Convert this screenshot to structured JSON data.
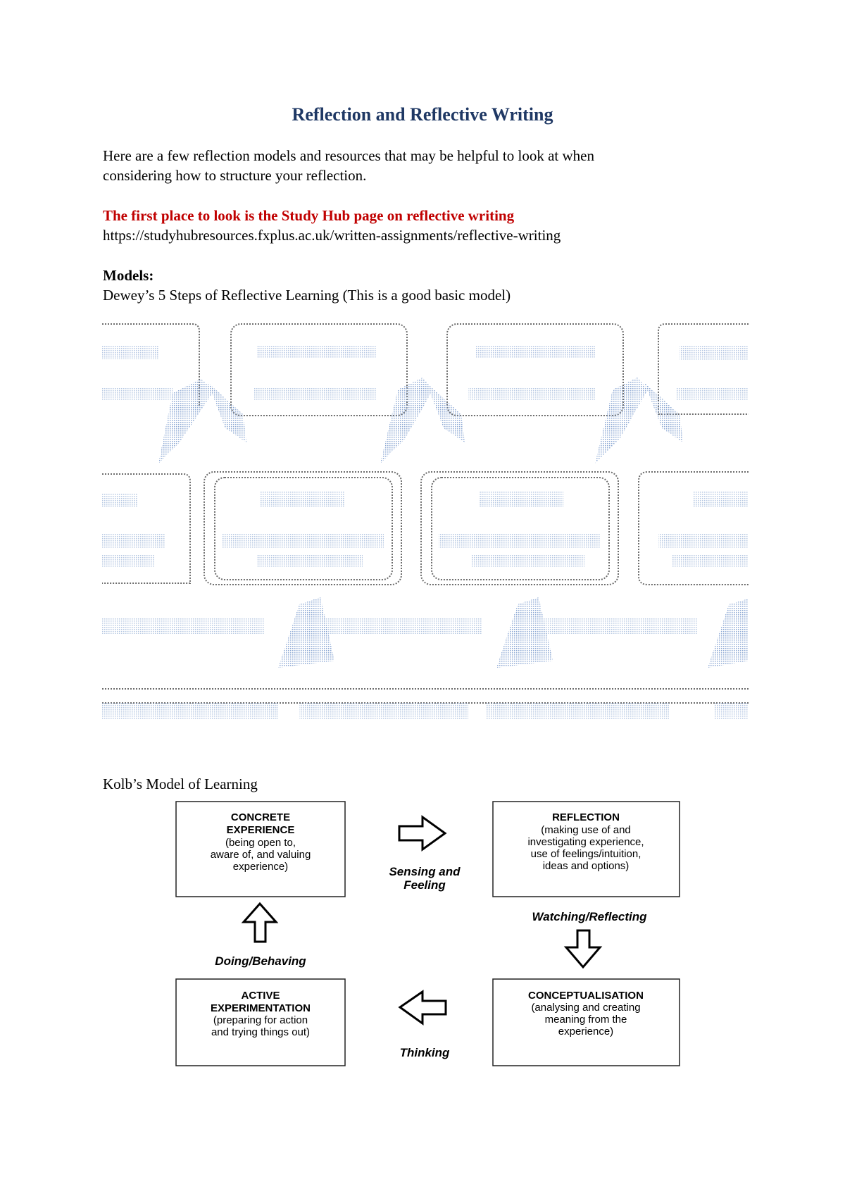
{
  "doc": {
    "title": "Reflection and Reflective Writing",
    "intro_1": "Here are a few reflection models and resources that may be helpful to look at when",
    "intro_2": "considering how to structure your reflection.",
    "study_hub_heading": "The first place to look is the Study Hub page on reflective writing",
    "study_hub_url": "https://studyhubresources.fxplus.ac.uk/written-assignments/reflective-writing",
    "models_heading": "Models:",
    "dewey_caption": "Dewey’s 5 Steps of Reflective Learning (This is a good basic model)",
    "kolb_caption": "Kolb’s Model of Learning"
  },
  "kolb": {
    "concrete": [
      "CONCRETE",
      "EXPERIENCE",
      "(being open to,",
      "aware of, and valuing",
      "experience)"
    ],
    "reflection": [
      "REFLECTION",
      "(making use of and",
      "investigating experience,",
      "use of feelings/intuition,",
      "ideas and options)"
    ],
    "conceptualisation": [
      "CONCEPTUALISATION",
      "(analysing and creating",
      "meaning from the",
      "experience)"
    ],
    "active": [
      "ACTIVE",
      "EXPERIMENTATION",
      "(preparing for action",
      "and trying things out)"
    ],
    "sensing": [
      "Sensing and",
      "Feeling"
    ],
    "watching": "Watching/Reflecting",
    "thinking": "Thinking",
    "doing": "Doing/Behaving"
  },
  "colors": {
    "title": "#1f3864",
    "link_heading": "#c00000"
  }
}
